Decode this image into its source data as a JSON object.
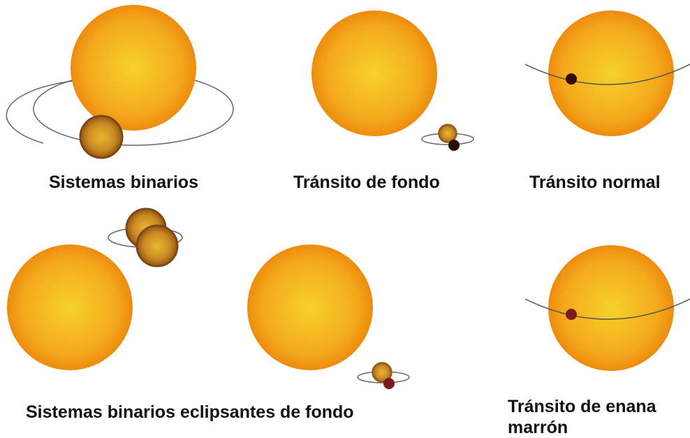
{
  "panels": [
    {
      "label": "Sistemas binarios"
    },
    {
      "label": "Tránsito de fondo"
    },
    {
      "label": "Tránsito normal"
    },
    {
      "label": "Sistemas binarios eclipsantes de fondo"
    },
    {
      "label_line1": "Tránsito de enana",
      "label_line2": "marrón"
    }
  ],
  "colors": {
    "star_center": "#f7d22a",
    "star_edge": "#ee8b0e",
    "small_star_center": "#e8b830",
    "small_star_edge": "#9a5410",
    "small_star_border": "#7a4a1a",
    "planet_dark": "#2a0d0b",
    "brown_dwarf": "#7a1c1c",
    "orbit": "#666666",
    "text": "#111111"
  }
}
